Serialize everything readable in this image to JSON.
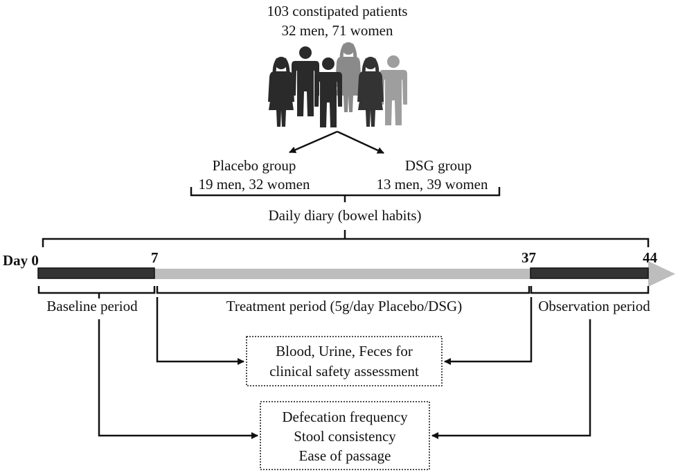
{
  "population": {
    "line1": "103 constipated patients",
    "line2": "32 men, 71 women"
  },
  "groups": {
    "placebo": {
      "name": "Placebo group",
      "counts": "19 men, 32 women"
    },
    "dsg": {
      "name": "DSG group",
      "counts": "13 men, 39 women"
    }
  },
  "diary_label": "Daily diary (bowel habits)",
  "timeline": {
    "day_labels": [
      "Day 0",
      "7",
      "37",
      "44"
    ],
    "periods": {
      "baseline": "Baseline period",
      "treatment": "Treatment period (5g/day Placebo/DSG)",
      "observation": "Observation period"
    }
  },
  "boxes": {
    "safety": [
      "Blood, Urine, Feces for",
      "clinical safety assessment"
    ],
    "outcomes": [
      "Defecation frequency",
      "Stool consistency",
      "Ease of passage"
    ]
  },
  "colors": {
    "dark_segment": "#333333",
    "treatment_segment": "#bdbdbd",
    "figure_black": "#2a2a2a",
    "figure_mid": "#6e6e6e",
    "figure_light": "#9e9e9e"
  }
}
